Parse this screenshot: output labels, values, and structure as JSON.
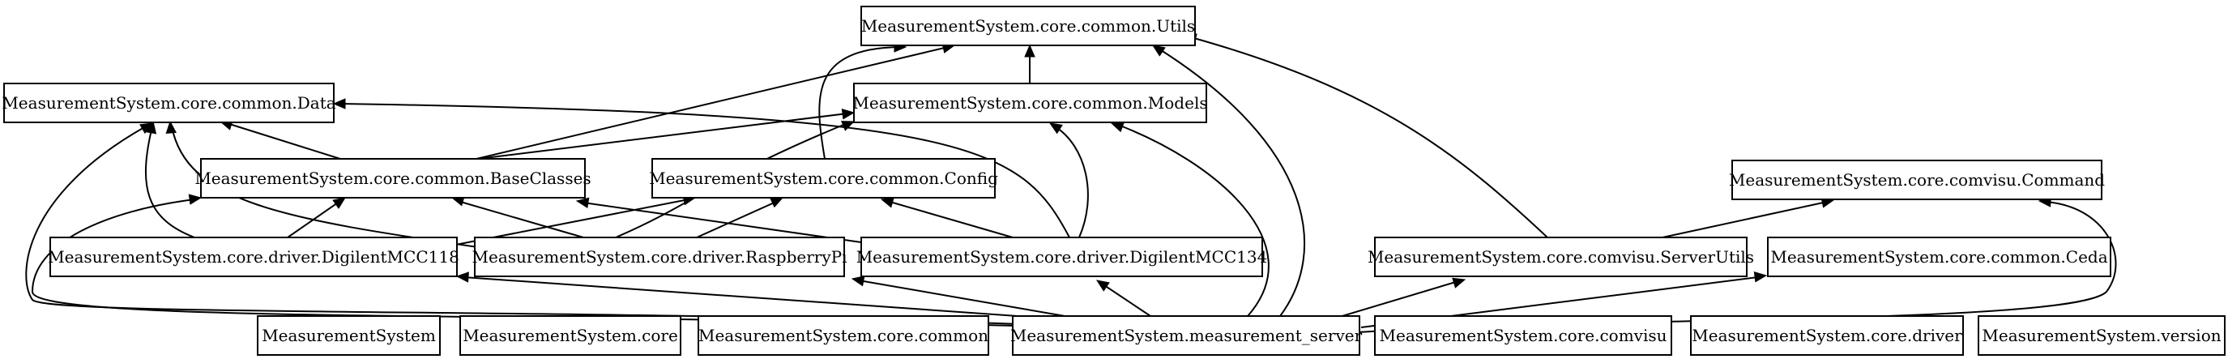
{
  "diagram": {
    "type": "module-dependency-graph",
    "colors": {
      "background": "#ffffff",
      "stroke": "#000000",
      "text": "#000000"
    },
    "nodes": [
      {
        "id": "utils",
        "label": "MeasurementSystem.core.common.Utils"
      },
      {
        "id": "data",
        "label": "MeasurementSystem.core.common.Data"
      },
      {
        "id": "models",
        "label": "MeasurementSystem.core.common.Models"
      },
      {
        "id": "baseclasses",
        "label": "MeasurementSystem.core.common.BaseClasses"
      },
      {
        "id": "config",
        "label": "MeasurementSystem.core.common.Config"
      },
      {
        "id": "command",
        "label": "MeasurementSystem.core.comvisu.Command"
      },
      {
        "id": "mcc118",
        "label": "MeasurementSystem.core.driver.DigilentMCC118"
      },
      {
        "id": "raspberry",
        "label": "MeasurementSystem.core.driver.RaspberryPi"
      },
      {
        "id": "mcc134",
        "label": "MeasurementSystem.core.driver.DigilentMCC134"
      },
      {
        "id": "serverutils",
        "label": "MeasurementSystem.core.comvisu.ServerUtils"
      },
      {
        "id": "ceda",
        "label": "MeasurementSystem.core.common.Ceda"
      },
      {
        "id": "ms",
        "label": "MeasurementSystem"
      },
      {
        "id": "core",
        "label": "MeasurementSystem.core"
      },
      {
        "id": "common",
        "label": "MeasurementSystem.core.common"
      },
      {
        "id": "server",
        "label": "MeasurementSystem.measurement_server"
      },
      {
        "id": "comvisu",
        "label": "MeasurementSystem.core.comvisu"
      },
      {
        "id": "driver",
        "label": "MeasurementSystem.core.driver"
      },
      {
        "id": "version",
        "label": "MeasurementSystem.version"
      }
    ],
    "edges": [
      {
        "from": "models",
        "to": "utils"
      },
      {
        "from": "baseclasses",
        "to": "utils"
      },
      {
        "from": "baseclasses",
        "to": "data"
      },
      {
        "from": "baseclasses",
        "to": "models"
      },
      {
        "from": "config",
        "to": "utils"
      },
      {
        "from": "mcc118",
        "to": "data"
      },
      {
        "from": "mcc118",
        "to": "baseclasses"
      },
      {
        "from": "mcc118",
        "to": "config"
      },
      {
        "from": "raspberry",
        "to": "data"
      },
      {
        "from": "raspberry",
        "to": "baseclasses"
      },
      {
        "from": "raspberry",
        "to": "config"
      },
      {
        "from": "raspberry",
        "to": "models"
      },
      {
        "from": "mcc134",
        "to": "data"
      },
      {
        "from": "mcc134",
        "to": "baseclasses"
      },
      {
        "from": "mcc134",
        "to": "config"
      },
      {
        "from": "mcc134",
        "to": "models"
      },
      {
        "from": "serverutils",
        "to": "utils"
      },
      {
        "from": "serverutils",
        "to": "command"
      },
      {
        "from": "server",
        "to": "data"
      },
      {
        "from": "server",
        "to": "baseclasses"
      },
      {
        "from": "server",
        "to": "utils"
      },
      {
        "from": "server",
        "to": "models"
      },
      {
        "from": "server",
        "to": "mcc118"
      },
      {
        "from": "server",
        "to": "raspberry"
      },
      {
        "from": "server",
        "to": "mcc134"
      },
      {
        "from": "server",
        "to": "serverutils"
      },
      {
        "from": "server",
        "to": "ceda"
      },
      {
        "from": "server",
        "to": "command"
      }
    ]
  }
}
